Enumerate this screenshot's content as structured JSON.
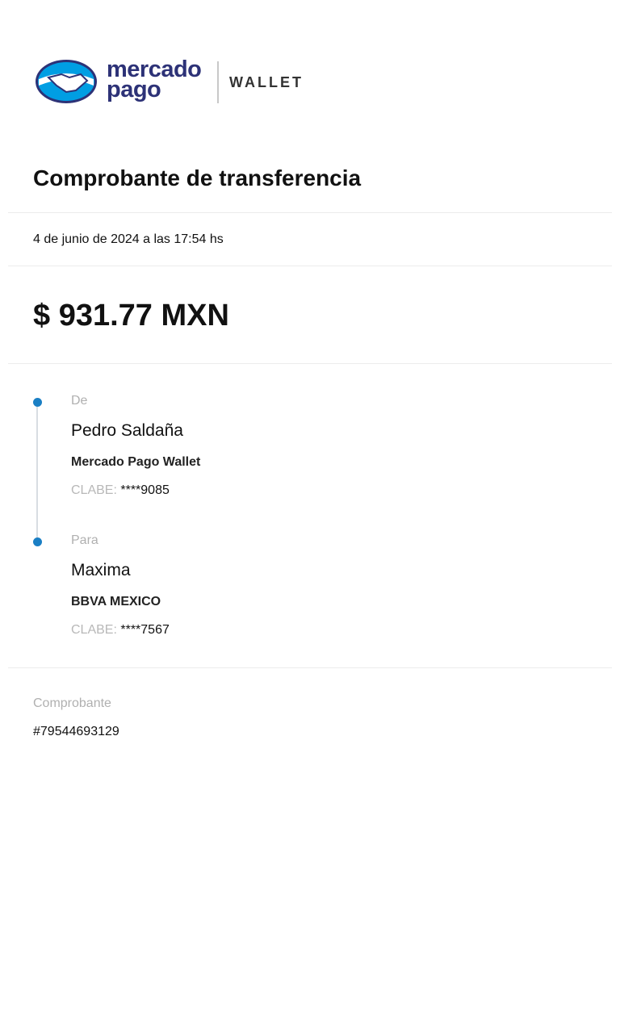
{
  "header": {
    "brand_line1": "mercado",
    "brand_line2": "pago",
    "product": "WALLET",
    "colors": {
      "brand_navy": "#2d3277",
      "brand_blue": "#009ee3"
    }
  },
  "title": "Comprobante de transferencia",
  "date": "4 de junio de 2024 a las 17:54 hs",
  "amount": "$ 931.77 MXN",
  "from": {
    "label": "De",
    "name": "Pedro Saldaña",
    "bank": "Mercado Pago Wallet",
    "clabe_label": "CLABE:",
    "clabe_value": "****9085"
  },
  "to": {
    "label": "Para",
    "name": "Maxima",
    "bank": "BBVA MEXICO",
    "clabe_label": "CLABE:",
    "clabe_value": "****7567"
  },
  "receipt": {
    "label": "Comprobante",
    "number": "#79544693129"
  },
  "colors": {
    "timeline_dot": "#1a7fc4"
  }
}
